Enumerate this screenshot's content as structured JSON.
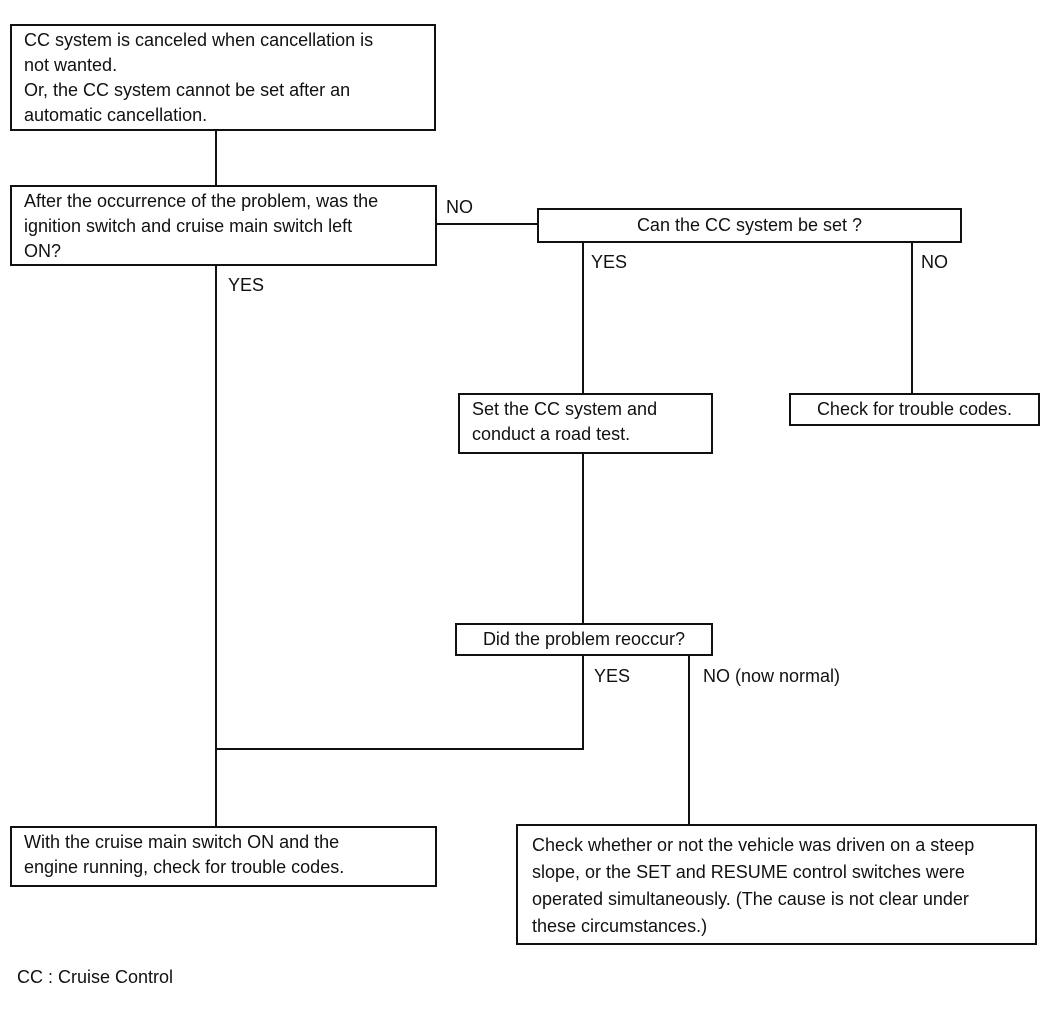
{
  "diagram": {
    "type": "flowchart",
    "colors": {
      "background": "#ffffff",
      "line": "#111111",
      "text": "#111111"
    },
    "nodes": {
      "start": {
        "text": "CC system is canceled when cancellation is\nnot wanted.\nOr, the CC system cannot be set after an\nautomatic cancellation."
      },
      "ignition_question": {
        "text": "After the occurrence of the problem, was the\nignition switch and cruise main switch left\nON?"
      },
      "can_set_question": {
        "text": "Can the CC system be set ?"
      },
      "set_road_test": {
        "text": "Set the CC system and\nconduct a road test."
      },
      "check_trouble_codes": {
        "text": "Check for trouble codes."
      },
      "reoccur_question": {
        "text": "Did the problem reoccur?"
      },
      "check_codes_engine_running": {
        "text": "With the cruise main switch ON and the\nengine running, check for trouble codes."
      },
      "check_steep_slope": {
        "text": "Check whether or not the vehicle was driven on a steep\nslope, or the SET and RESUME control switches were\noperated simultaneously. (The cause is not clear under\nthese circumstances.)"
      }
    },
    "labels": {
      "ignition_no": "NO",
      "ignition_yes": "YES",
      "can_set_yes": "YES",
      "can_set_no": "NO",
      "reoccur_yes": "YES",
      "reoccur_no": "NO (now normal)"
    },
    "footnote": "CC : Cruise Control"
  }
}
